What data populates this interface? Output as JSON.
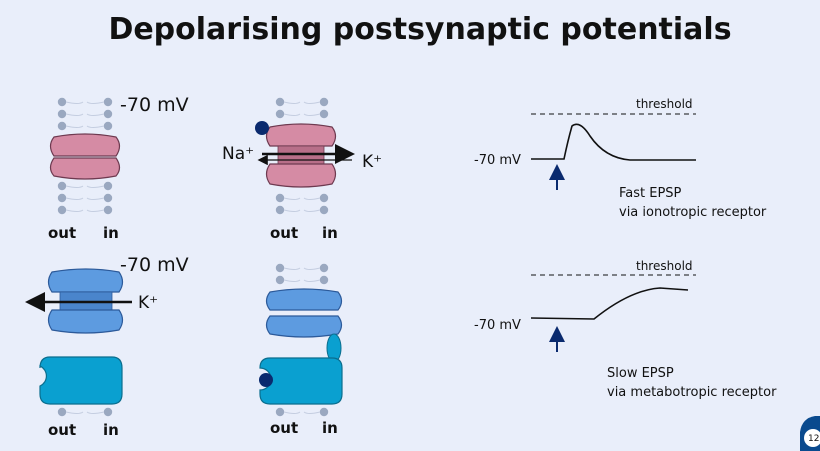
{
  "title": "Depolarising postsynaptic potentials",
  "colors": {
    "background": "#e9eefa",
    "ionotropic_channel": "#d58ba4",
    "metabotropic_channel": "#5d9be0",
    "receptor": "#0aa0d0",
    "ion_dot": "#0a2a6e",
    "lipid_head": "#9aa8c0",
    "arrow_marker": "#0a2a6e"
  },
  "panels": {
    "iono_rest": {
      "voltage": "-70 mV",
      "out": "out",
      "in": "in"
    },
    "iono_open": {
      "ion_in": "Na⁺",
      "ion_out": "K⁺",
      "out": "out",
      "in": "in"
    },
    "metabo_rest": {
      "voltage": "-70 mV",
      "ion_out": "K⁺",
      "out": "out",
      "in": "in"
    },
    "metabo_active": {
      "out": "out",
      "in": "in"
    }
  },
  "traces": {
    "fast": {
      "threshold_label": "threshold",
      "baseline_label": "-70 mV",
      "caption_1": "Fast EPSP",
      "caption_2": "via ionotropic receptor"
    },
    "slow": {
      "threshold_label": "threshold",
      "baseline_label": "-70 mV",
      "caption_1": "Slow EPSP",
      "caption_2": "via metabotropic receptor"
    }
  },
  "slide_number": "12",
  "icons": [
    "brain-logo-icon"
  ]
}
